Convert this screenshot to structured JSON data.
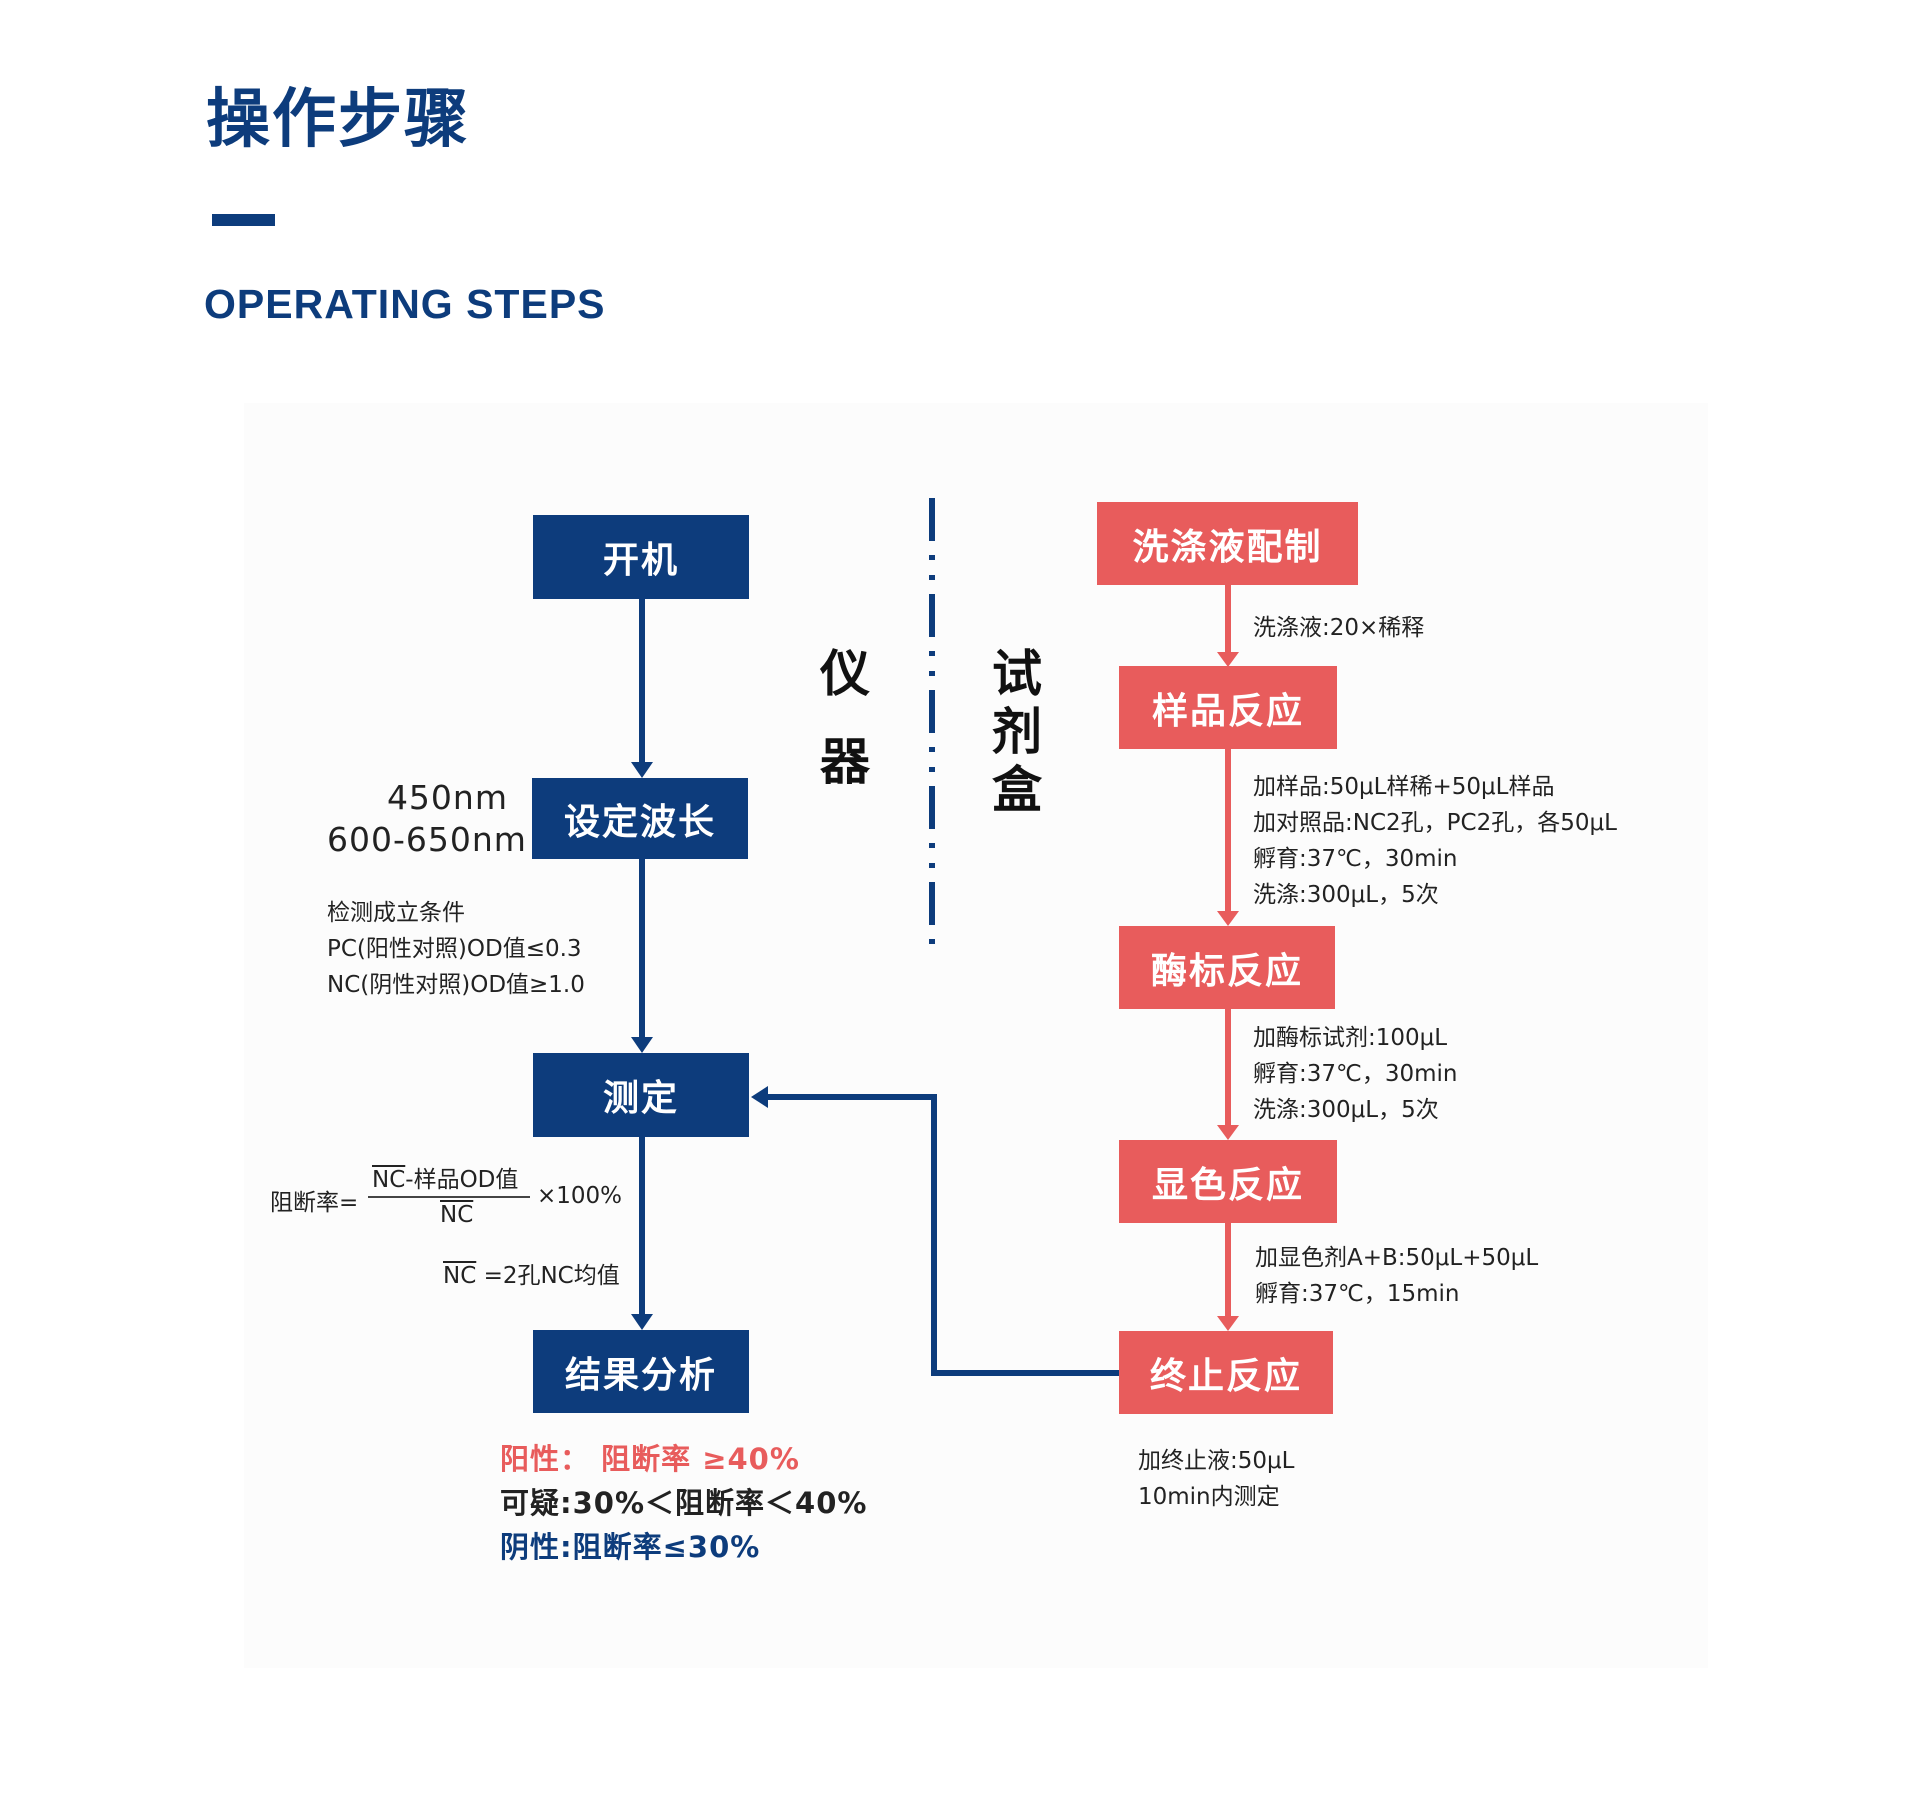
{
  "header": {
    "title": "操作步骤",
    "subtitle": "OPERATING STEPS"
  },
  "colors": {
    "instrument": "#0d3c7c",
    "reagent": "#e85c5c",
    "positive": "#e85c5c",
    "negative": "#0d3c7c"
  },
  "lanes": {
    "instrument_label": [
      "仪",
      "器"
    ],
    "reagent_label": [
      "试",
      "剂",
      "盒"
    ]
  },
  "instrument_steps": [
    {
      "label": "开机"
    },
    {
      "label": "设定波长"
    },
    {
      "label": "测定"
    },
    {
      "label": "结果分析"
    }
  ],
  "wavelengths": [
    "450nm",
    "600-650nm"
  ],
  "validity": {
    "title": "检测成立条件",
    "lines": [
      "PC(阳性对照)OD值≤0.3",
      "NC(阴性对照)OD值≥1.0"
    ]
  },
  "formula": {
    "lhs": "阻断率=",
    "numerator_bar": "NC",
    "numerator_rest": "-样品OD值",
    "denominator": "NC",
    "multiplier": "×100%",
    "definition_bar": "NC",
    "definition_rest": " =2孔NC均值"
  },
  "results": [
    {
      "text": "阳性： 阻断率 ≥40%",
      "type": "positive"
    },
    {
      "text": "可疑:30%＜阻断率＜40%",
      "type": "suspicious"
    },
    {
      "text": "阴性:阻断率≤30%",
      "type": "negative"
    }
  ],
  "reagent_steps": [
    {
      "label": "洗涤液配制",
      "notes": [
        "洗涤液:20×稀释"
      ]
    },
    {
      "label": "样品反应",
      "notes": [
        "加样品:50μL样稀+50μL样品",
        "加对照品:NC2孔，PC2孔，各50μL",
        "孵育:37℃，30min",
        "洗涤:300μL，5次"
      ]
    },
    {
      "label": "酶标反应",
      "notes": [
        "加酶标试剂:100μL",
        "孵育:37℃，30min",
        "洗涤:300μL，5次"
      ]
    },
    {
      "label": "显色反应",
      "notes": [
        "加显色剂A+B:50μL+50μL",
        "孵育:37℃，15min"
      ]
    },
    {
      "label": "终止反应",
      "notes": [
        "加终止液:50μL",
        "10min内测定"
      ]
    }
  ]
}
